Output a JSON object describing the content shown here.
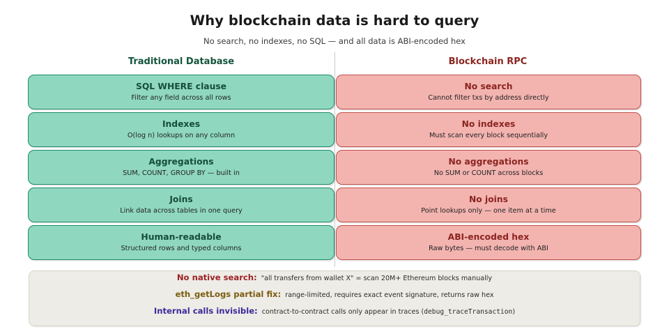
{
  "header": {
    "title": "Why blockchain data is hard to query",
    "subtitle": "No search, no indexes, no SQL — and all data is ABI-encoded hex"
  },
  "columns": {
    "left": {
      "heading": "Traditional Database",
      "heading_color": "#14543c",
      "card_fill": "#8FD8BF",
      "card_border": "#1E8A6B",
      "cards": [
        {
          "title": "SQL WHERE clause",
          "sub": "Filter any field across all rows"
        },
        {
          "title": "Indexes",
          "sub": "O(log n) lookups on any column"
        },
        {
          "title": "Aggregations",
          "sub": "SUM, COUNT, GROUP BY — built in"
        },
        {
          "title": "Joins",
          "sub": "Link data across tables in one query"
        },
        {
          "title": "Human-readable",
          "sub": "Structured rows and typed columns"
        }
      ]
    },
    "right": {
      "heading": "Blockchain RPC",
      "heading_color": "#8b2520",
      "card_fill": "#F3B4B0",
      "card_border": "#C0504A",
      "cards": [
        {
          "title": "No search",
          "sub": "Cannot filter txs by address directly"
        },
        {
          "title": "No indexes",
          "sub": "Must scan every block sequentially"
        },
        {
          "title": "No aggregations",
          "sub": "No SUM or COUNT across blocks"
        },
        {
          "title": "No joins",
          "sub": "Point lookups only — one item at a time"
        },
        {
          "title": "ABI-encoded hex",
          "sub": "Raw bytes — must decode with ABI"
        }
      ]
    }
  },
  "footnote": {
    "background": "#EEECE6",
    "border": "#D6D3C9",
    "lines": [
      {
        "label": "No native search:",
        "label_color": "#9b2226",
        "text": "\"all transfers from wallet X\" = scan 20M+ Ethereum blocks manually"
      },
      {
        "label": "eth_getLogs partial fix:",
        "label_color": "#7a5c10",
        "text": "range-limited, requires exact event signature, returns raw hex"
      },
      {
        "label": "Internal calls invisible:",
        "label_color": "#3b2a9b",
        "text_pre": "contract-to-contract calls only appear in traces (",
        "text_mono": "debug_traceTransaction",
        "text_post": ")"
      }
    ]
  }
}
